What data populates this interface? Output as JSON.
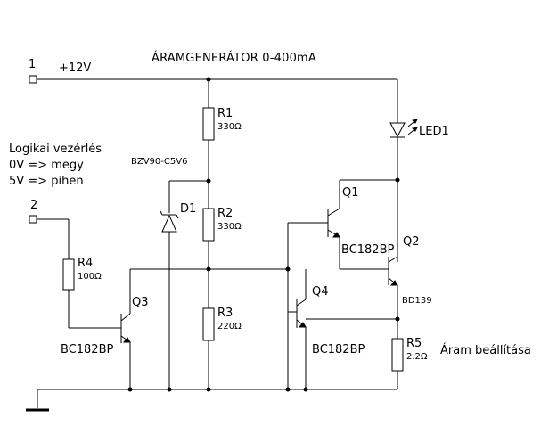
{
  "diagram": {
    "title": "ÁRAMGENERÁTOR  0-400mA",
    "note": {
      "line1": "Logikai vezérlés",
      "line2": "0V => megy",
      "line3": "5V => pihen"
    },
    "pins": [
      {
        "number": "1",
        "label": "+12V"
      },
      {
        "number": "2",
        "label": ""
      }
    ],
    "components": {
      "r1": {
        "ref": "R1",
        "value": "330Ω"
      },
      "r2": {
        "ref": "R2",
        "value": "330Ω"
      },
      "r3": {
        "ref": "R3",
        "value": "220Ω"
      },
      "r4": {
        "ref": "R4",
        "value": "100Ω"
      },
      "r5": {
        "ref": "R5",
        "value": "2.2Ω",
        "note": "Áram beállítása"
      },
      "d1": {
        "ref": "D1",
        "part": "BZV90-C5V6"
      },
      "led1": {
        "ref": "LED1"
      },
      "q1": {
        "ref": "Q1",
        "part": "BC182BP"
      },
      "q2": {
        "ref": "Q2",
        "part": "BD139"
      },
      "q3": {
        "ref": "Q3",
        "part": "BC182BP"
      },
      "q4": {
        "ref": "Q4",
        "part": "BC182BP"
      }
    }
  }
}
